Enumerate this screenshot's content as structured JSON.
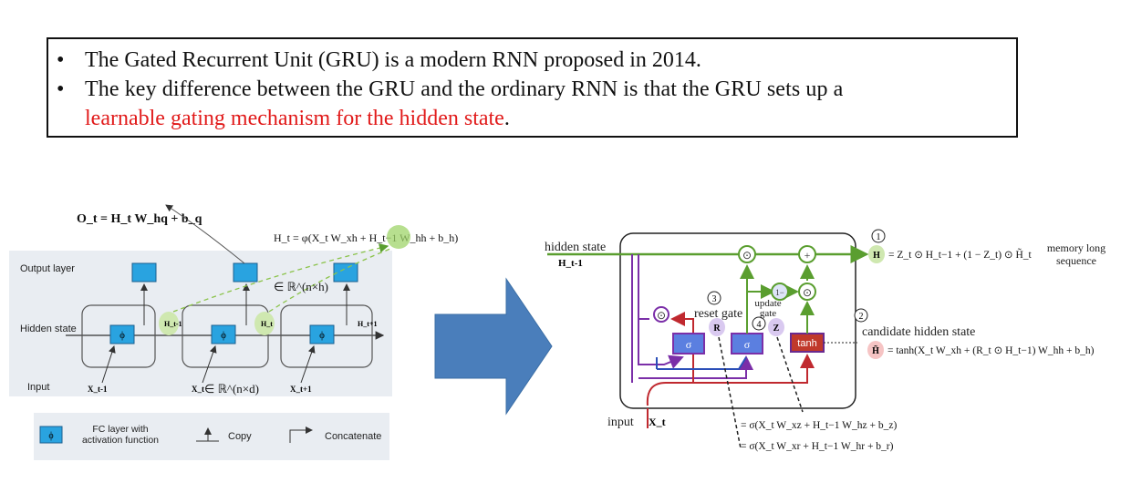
{
  "callout": {
    "bullets": [
      {
        "text": "The Gated Recurrent Unit (GRU) is a modern RNN proposed in 2014."
      },
      {
        "text_before": "The key difference between the GRU and the ordinary RNN is that the GRU sets up a",
        "text_highlight": "learnable gating mechanism for the hidden state",
        "text_after": "."
      }
    ]
  },
  "rnn": {
    "output_formula": "O_t = H_t W_hq + b_q",
    "hidden_formula": "H_t = φ(X_t W_xh + H_t−1 W_hh + b_h)",
    "dim_hh": "∈ ℝ^(n×h)",
    "dim_x": "∈ ℝ^(n×d)",
    "row_labels": [
      "Output layer",
      "Hidden state",
      "Input"
    ],
    "phi": "ϕ",
    "h_labels": [
      "H_t-1",
      "H_t",
      "H_t+1"
    ],
    "x_labels": [
      "X_t-1",
      "X_t",
      "X_t+1"
    ],
    "legend": {
      "fc": "FC layer with activation function",
      "copy": "Copy",
      "concat": "Concatenate"
    }
  },
  "gru": {
    "hidden_state_label": "hidden state",
    "h_prev": "H_t-1",
    "input_label": "input",
    "x_t": "X_t",
    "gates": {
      "sigma1": "σ",
      "sigma2": "σ",
      "tanh": "tanh"
    },
    "ops": {
      "hadamard": "⊙",
      "plus": "+",
      "one_minus": "1−"
    },
    "circled_numbers": [
      "1",
      "2",
      "3",
      "4"
    ],
    "reset_gate": "reset gate",
    "update_gate": "update gate",
    "R": "R",
    "Z": "Z",
    "H_out": "H",
    "H_tilde": "H̃",
    "formula_H": "= Z_t ⊙ H_t−1 + (1 − Z_t) ⊙ H̃_t",
    "memory_label": "memory long sequence",
    "candidate_label": "candidate hidden state",
    "formula_candidate": "= tanh(X_t W_xh + (R_t ⊙ H_t−1) W_hh + b_h)",
    "formula_z": "= σ(X_t W_xz + H_t−1 W_hz + b_z)",
    "formula_r": "= σ(X_t W_xr + H_t−1 W_hr + b_r)"
  },
  "colors": {
    "highlight_red": "#e11a1a",
    "arrow_blue": "#4a7ebb",
    "cell_blue": "#29a3e0",
    "green": "#5a9e2f",
    "purple": "#7b2fa8",
    "dark_red": "#c0292f"
  }
}
